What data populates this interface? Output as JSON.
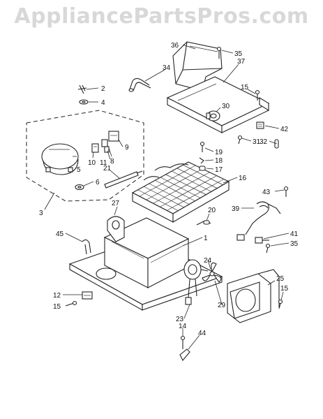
{
  "watermark": "AppliancePartsPros.com",
  "callouts": [
    {
      "id": "c36",
      "text": "36"
    },
    {
      "id": "c35a",
      "text": "35"
    },
    {
      "id": "c34",
      "text": "34"
    },
    {
      "id": "c37",
      "text": "37"
    },
    {
      "id": "c2",
      "text": "2"
    },
    {
      "id": "c4",
      "text": "4"
    },
    {
      "id": "c15a",
      "text": "15"
    },
    {
      "id": "c30",
      "text": "30"
    },
    {
      "id": "c10",
      "text": "10"
    },
    {
      "id": "c8",
      "text": "8"
    },
    {
      "id": "c9",
      "text": "9"
    },
    {
      "id": "c11",
      "text": "11"
    },
    {
      "id": "c42",
      "text": "42"
    },
    {
      "id": "c32",
      "text": "32"
    },
    {
      "id": "c31",
      "text": "31"
    },
    {
      "id": "c19",
      "text": "19"
    },
    {
      "id": "c18",
      "text": "18"
    },
    {
      "id": "c17",
      "text": "17"
    },
    {
      "id": "c21",
      "text": "21"
    },
    {
      "id": "c6",
      "text": "6"
    },
    {
      "id": "c16",
      "text": "16"
    },
    {
      "id": "c5",
      "text": "5"
    },
    {
      "id": "c43",
      "text": "43"
    },
    {
      "id": "c3",
      "text": "3"
    },
    {
      "id": "c27",
      "text": "27"
    },
    {
      "id": "c20",
      "text": "20"
    },
    {
      "id": "c39",
      "text": "39"
    },
    {
      "id": "c45",
      "text": "45"
    },
    {
      "id": "c1",
      "text": "1"
    },
    {
      "id": "c41",
      "text": "41"
    },
    {
      "id": "c35b",
      "text": "35"
    },
    {
      "id": "c24",
      "text": "24"
    },
    {
      "id": "c25",
      "text": "25"
    },
    {
      "id": "c12",
      "text": "12"
    },
    {
      "id": "c15b",
      "text": "15"
    },
    {
      "id": "c15c",
      "text": "15"
    },
    {
      "id": "c29",
      "text": "29"
    },
    {
      "id": "c23",
      "text": "23"
    },
    {
      "id": "c14",
      "text": "14"
    },
    {
      "id": "c44",
      "text": "44"
    }
  ]
}
